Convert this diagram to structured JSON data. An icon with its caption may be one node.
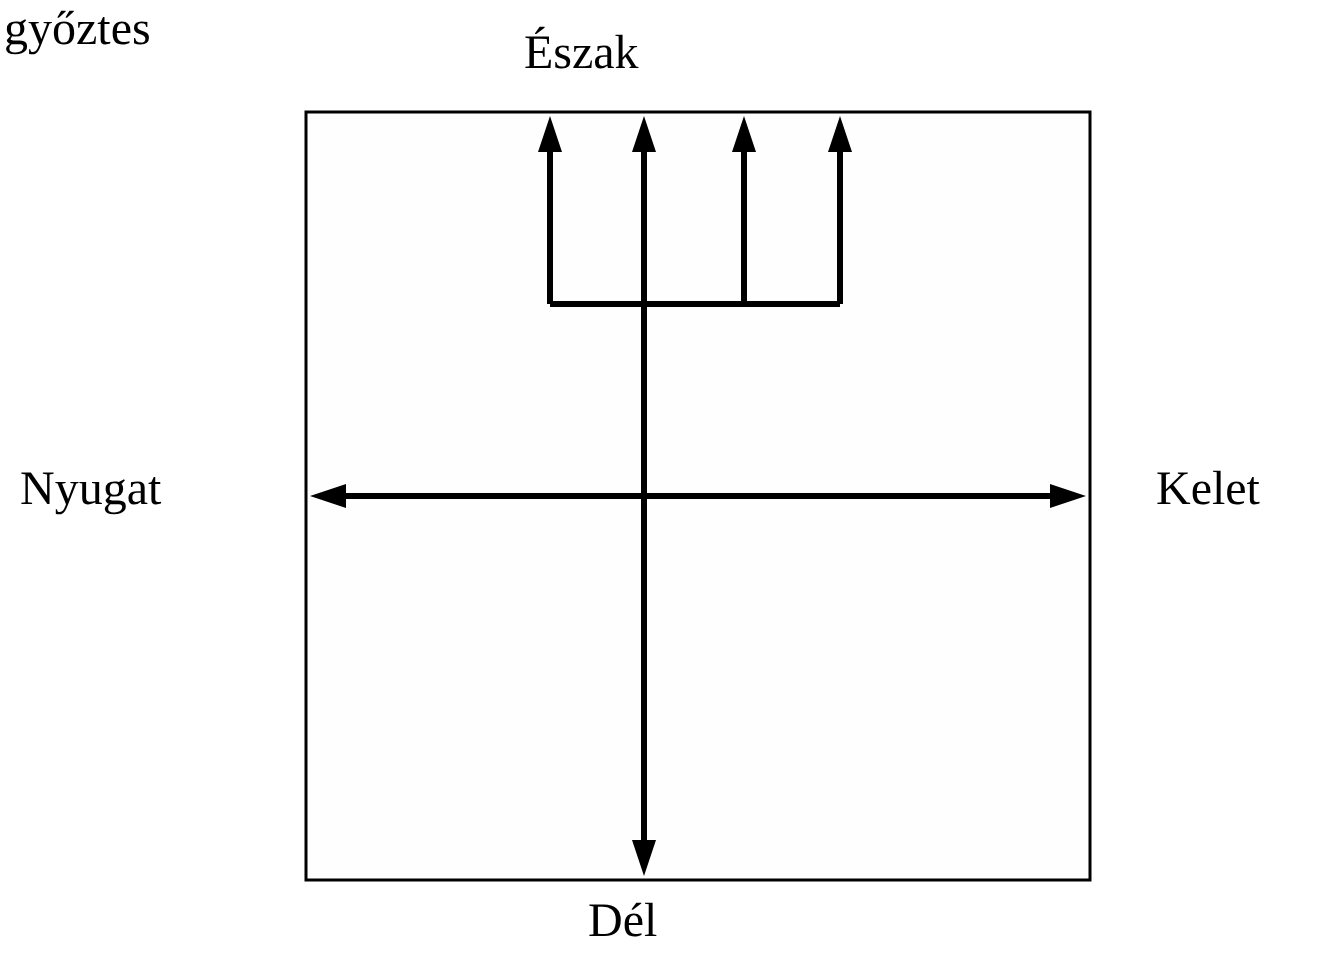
{
  "diagram": {
    "labels": [
      "győztes",
      "Észak",
      "Nyugat",
      "Kelet",
      "Dél"
    ]
  }
}
